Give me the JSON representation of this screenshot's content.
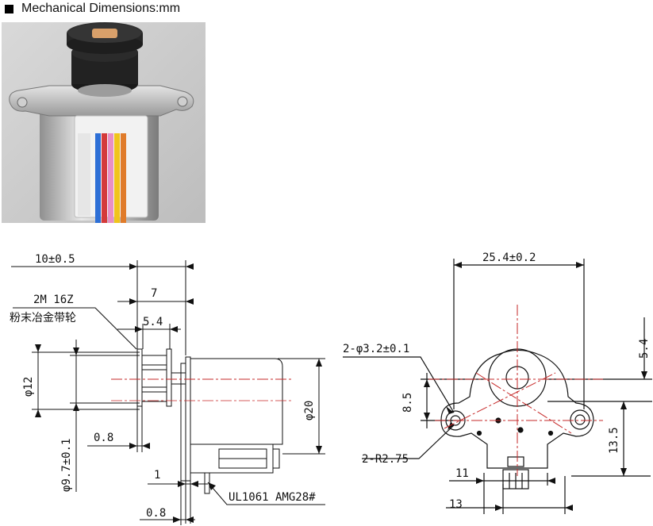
{
  "header": {
    "title": "Mechanical Dimensions:mm"
  },
  "side_view": {
    "overall_length": "10±0.5",
    "gear_length": "7",
    "gear_width": "5.4",
    "gear_spec": "2M 16Z",
    "gear_material": "粉末冶金带轮",
    "gear_diameter": "φ12",
    "hub_diameter": "φ9.7±0.1",
    "flange_gap": "0.8",
    "body_diameter": "φ20",
    "lead_offset": "1",
    "bottom_gap": "0.8",
    "wire_spec": "UL1061 AMG28#"
  },
  "front_view": {
    "mount_span": "25.4±0.2",
    "mount_holes": "2-φ3.2±0.1",
    "ear_radius": "2-R2.75",
    "hole_offset": "8.5",
    "top_offset": "5.4",
    "side_offset": "13.5",
    "connector_11": "11",
    "connector_13": "13"
  }
}
